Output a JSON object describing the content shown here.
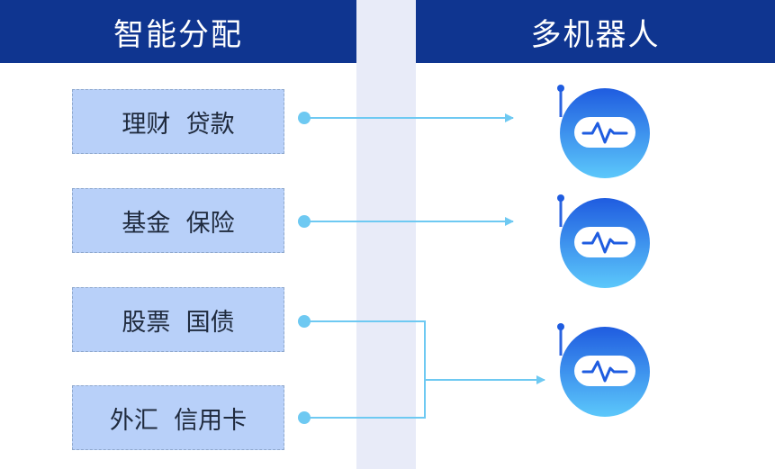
{
  "headers": {
    "left_title": "智能分配",
    "right_title": "多机器人"
  },
  "categories": [
    {
      "label": "理财  贷款"
    },
    {
      "label": "基金  保险"
    },
    {
      "label": "股票  国债"
    },
    {
      "label": "外汇  信用卡"
    }
  ],
  "robots": [
    {
      "icon": "robot-icon"
    },
    {
      "icon": "robot-icon"
    },
    {
      "icon": "robot-icon"
    }
  ],
  "connections": [
    {
      "from": 0,
      "to": 0
    },
    {
      "from": 1,
      "to": 1
    },
    {
      "from": 2,
      "to": 2
    },
    {
      "from": 3,
      "to": 2
    }
  ],
  "colors": {
    "header_bg": "#0f3590",
    "header_text": "#ffffff",
    "divider_strip": "#e8ebf8",
    "category_bg": "#b8d0f9",
    "connector": "#6ec9f2",
    "robot_gradient_top": "#1f5ce0",
    "robot_gradient_bottom": "#5cc8fb"
  }
}
